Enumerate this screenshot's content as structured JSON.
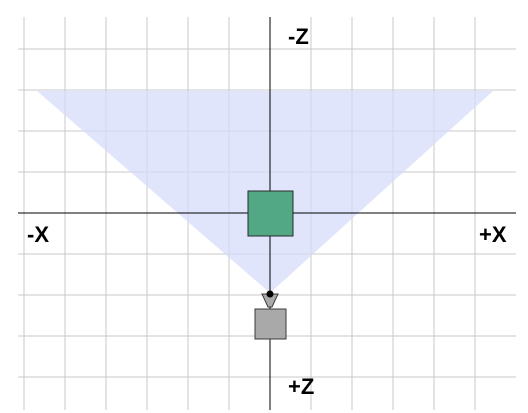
{
  "axis_labels": {
    "neg_z": "-Z",
    "pos_z": "+Z",
    "neg_x": "-X",
    "pos_x": "+X"
  },
  "colors": {
    "background": "#ffffff",
    "grid_line": "#c8c8c8",
    "axis_line": "#000000",
    "view_frustum_fill": "#d6dcfa",
    "object_fill": "#52a784",
    "object_stroke": "#2a2a2a",
    "camera_fill": "#a9a9a9",
    "camera_stroke": "#3a3a3a",
    "camera_dot": "#000000"
  },
  "icons": {
    "camera": "camera-icon",
    "object": "cube-object"
  }
}
